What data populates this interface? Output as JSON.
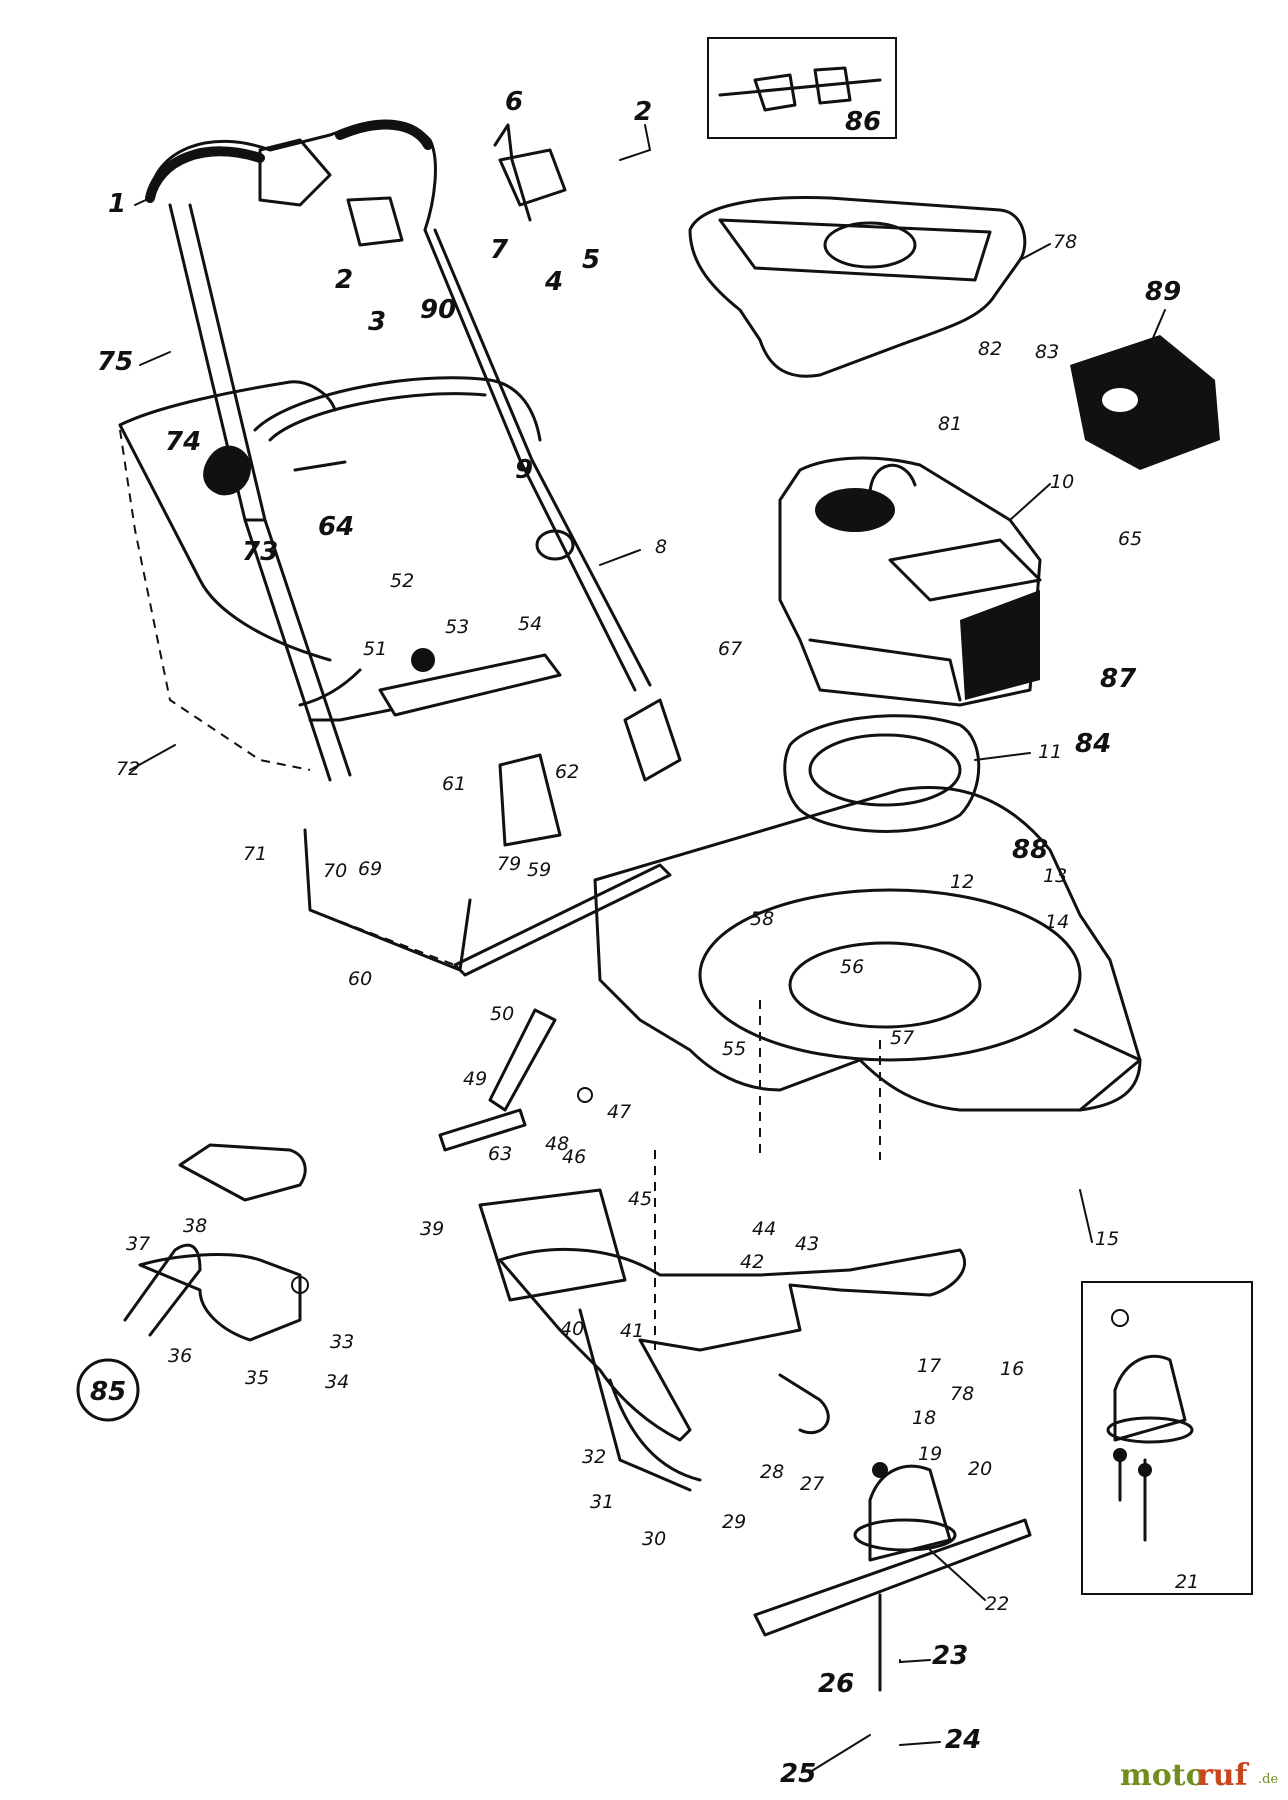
{
  "diagram": {
    "callouts": {
      "c1": "1",
      "c2a": "2",
      "c2b": "2",
      "c3": "3",
      "c4": "4",
      "c5": "5",
      "c6": "6",
      "c7": "7",
      "c8": "8",
      "c9": "9",
      "c10": "10",
      "c11": "11",
      "c12": "12",
      "c13": "13",
      "c14": "14",
      "c15": "15",
      "c16": "16",
      "c17": "17",
      "c18": "18",
      "c19": "19",
      "c20": "20",
      "c21": "21",
      "c22": "22",
      "c23": "23",
      "c24": "24",
      "c25": "25",
      "c26": "26",
      "c27": "27",
      "c28": "28",
      "c29": "29",
      "c30": "30",
      "c31": "31",
      "c32": "32",
      "c33": "33",
      "c34": "34",
      "c35": "35",
      "c36": "36",
      "c37": "37",
      "c38": "38",
      "c39": "39",
      "c40": "40",
      "c41": "41",
      "c42": "42",
      "c43": "43",
      "c44": "44",
      "c45": "45",
      "c46": "46",
      "c47": "47",
      "c48": "48",
      "c49": "49",
      "c50": "50",
      "c51": "51",
      "c52": "52",
      "c53": "53",
      "c54": "54",
      "c55": "55",
      "c56": "56",
      "c57": "57",
      "c58": "58",
      "c59": "59",
      "c60": "60",
      "c61": "61",
      "c62": "62",
      "c63": "63",
      "c64": "64",
      "c65": "65",
      "c67": "67",
      "c69": "69",
      "c70": "70",
      "c71": "71",
      "c72": "72",
      "c73": "73",
      "c74": "74",
      "c75": "75",
      "c78a": "78",
      "c78b": "78",
      "c79": "79",
      "c81": "81",
      "c82": "82",
      "c83": "83",
      "c84": "84",
      "c85": "85",
      "c86": "86",
      "c87": "87",
      "c88": "88",
      "c89": "89",
      "c90": "90"
    }
  },
  "watermark": {
    "part1": "moto",
    "part2": "ruf",
    "suffix": ".de"
  },
  "colors": {
    "ink": "#111111",
    "watermark_green": "#6f8e1e",
    "watermark_orange": "#c8461e"
  }
}
